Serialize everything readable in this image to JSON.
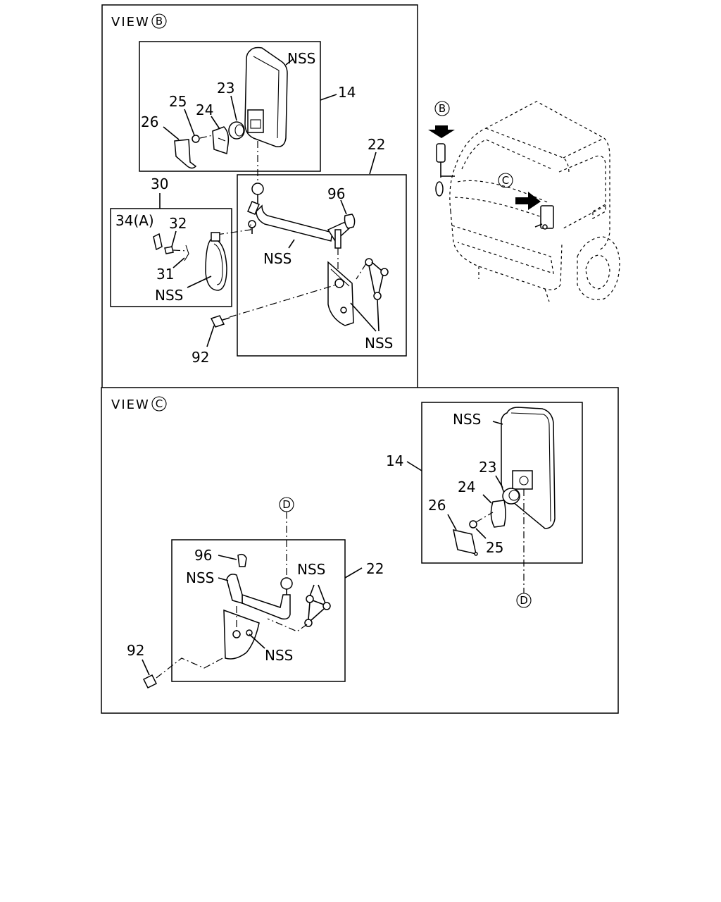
{
  "view_b": {
    "title": "VIEW",
    "title_marker": "B",
    "labels": {
      "p14": "14",
      "p22": "22",
      "p23": "23",
      "p24": "24",
      "p25": "25",
      "p26": "26",
      "p30": "30",
      "p31": "31",
      "p32": "32",
      "p34a": "34(A)",
      "p92": "92",
      "p96": "96",
      "nss_mirror": "NSS",
      "nss_arm": "NSS",
      "nss_bracket": "NSS",
      "nss_sub": "NSS"
    }
  },
  "view_c": {
    "title": "VIEW",
    "title_marker": "C",
    "labels": {
      "p14": "14",
      "p22": "22",
      "p23": "23",
      "p24": "24",
      "p25": "25",
      "p26": "26",
      "p92": "92",
      "p96": "96",
      "nss_mirror": "NSS",
      "nss_arm": "NSS",
      "nss_link": "NSS",
      "nss_bracket": "NSS"
    },
    "markers": {
      "d_top": "D",
      "d_bottom": "D"
    }
  },
  "truck": {
    "markers": {
      "b": "B",
      "c": "C"
    }
  }
}
